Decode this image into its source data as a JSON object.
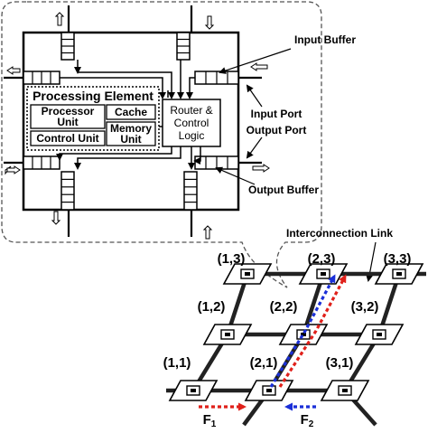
{
  "router_detail": {
    "processing_element": "Processing Element",
    "processor_unit": [
      "Processor",
      "Unit"
    ],
    "cache": "Cache",
    "memory_unit": [
      "Memory",
      "Unit"
    ],
    "control_unit": "Control Unit",
    "router_logic": [
      "Router &",
      "Control",
      "Logic"
    ]
  },
  "callouts": {
    "input_buffer": "Input Buffer",
    "input_port": "Input Port",
    "output_port": "Output Port",
    "output_buffer": "Output Buffer",
    "interconnection_link": "Interconnection Link"
  },
  "mesh": {
    "nodes": [
      "(1,3)",
      "(2,3)",
      "(3,3)",
      "(1,2)",
      "(2,2)",
      "(3,2)",
      "(1,1)",
      "(2,1)",
      "(3,1)"
    ],
    "flows": [
      {
        "name": "F",
        "subscript": "1",
        "color": "#e0201a"
      },
      {
        "name": "F",
        "subscript": "2",
        "color": "#1a2fd8"
      }
    ]
  }
}
